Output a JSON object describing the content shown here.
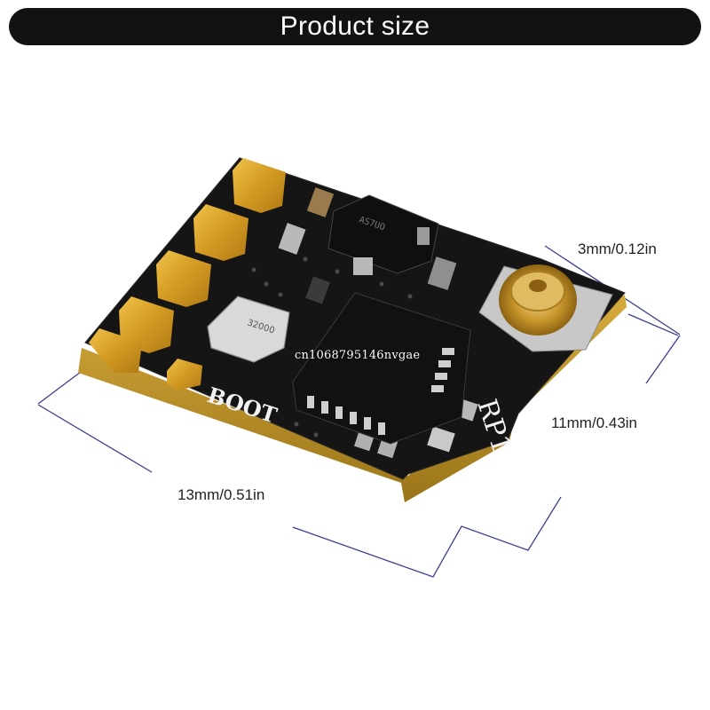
{
  "header": {
    "title": "Product size"
  },
  "dimensions": {
    "length": "13mm/0.51in",
    "width": "11mm/0.43in",
    "height": "3mm/0.12in"
  },
  "board": {
    "silkscreen_boot": "BOOT",
    "silkscreen_model": "RP1",
    "crystal_marking": "32000",
    "chip_marking": "AS7UO"
  },
  "watermark": "cn1068795146nvgae",
  "colors": {
    "banner": "#121212",
    "pcb": "#151515",
    "gold": "#d7a12a",
    "edge": "#c69a2a",
    "dimension_line": "#3a3f8f"
  }
}
